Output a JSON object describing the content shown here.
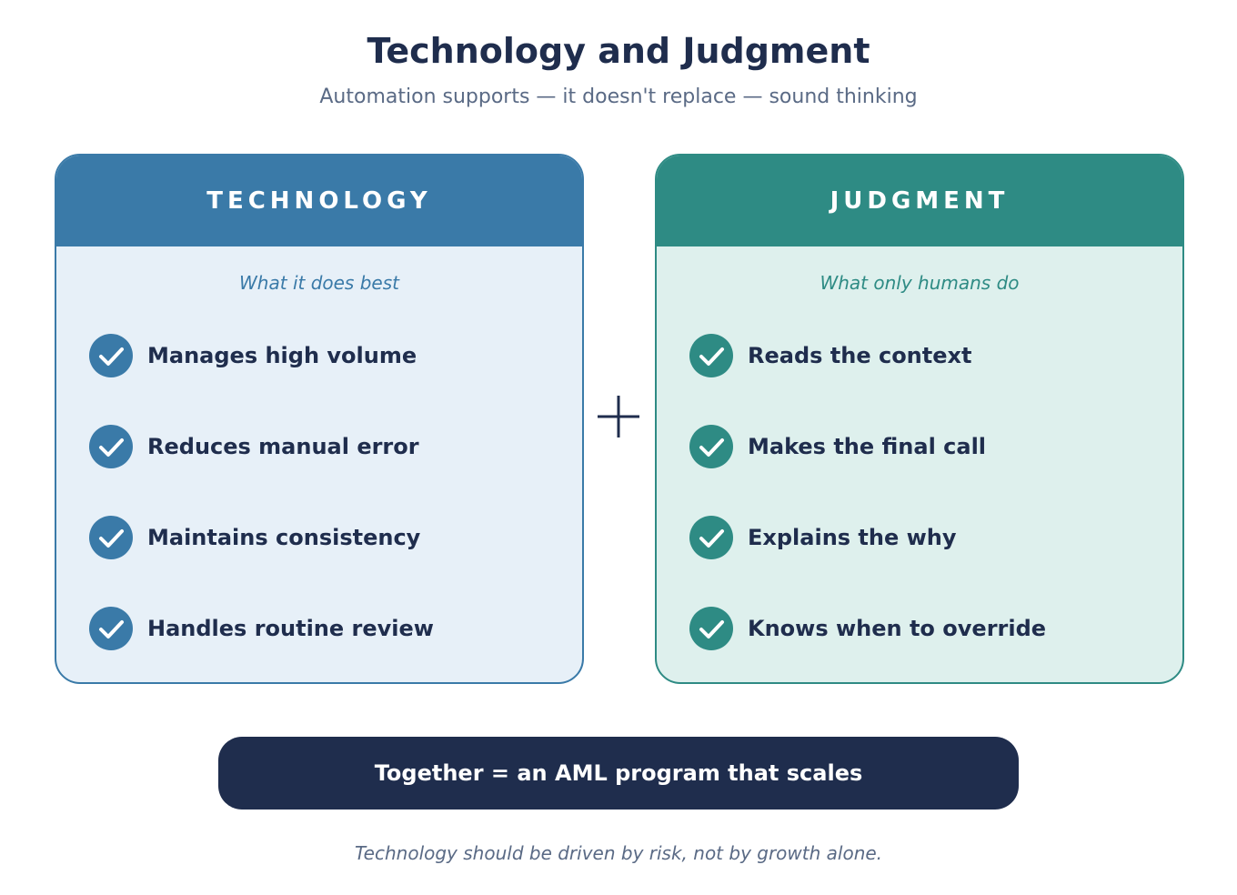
{
  "title": "Technology and Judgment",
  "subtitle": "Automation supports — it doesn't replace — sound thinking",
  "technology": {
    "header": "TECHNOLOGY",
    "subheader": "What it does best",
    "color": "#3a7aa8",
    "items": [
      {
        "label": "Manages high volume"
      },
      {
        "label": "Reduces manual error"
      },
      {
        "label": "Maintains consistency"
      },
      {
        "label": "Handles routine review"
      }
    ]
  },
  "judgment": {
    "header": "JUDGMENT",
    "subheader": "What only humans do",
    "color": "#2e8b84",
    "items": [
      {
        "label": "Reads the context"
      },
      {
        "label": "Makes the final call"
      },
      {
        "label": "Explains the why"
      },
      {
        "label": "Knows when to override"
      }
    ]
  },
  "connector_icon": "plus-icon",
  "item_icon": "check-circle-icon",
  "banner": "Together = an AML program that scales",
  "footnote": "Technology should be driven by risk, not by growth alone."
}
